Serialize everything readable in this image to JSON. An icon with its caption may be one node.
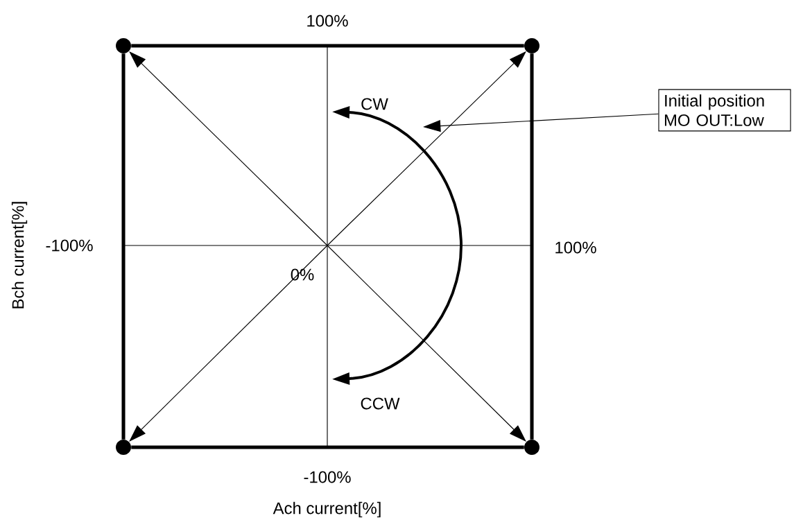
{
  "diagram": {
    "nodes": [
      {
        "text": [],
        "shape": "circle"
      },
      {
        "text": [],
        "shape": "circle"
      },
      {
        "text": [],
        "shape": "circle"
      },
      {
        "text": [],
        "shape": "circle"
      },
      {
        "text": [
          "Initial position MO OUT:Low"
        ]
      }
    ],
    "edges": [
      {
        "from": null,
        "to": 0,
        "arrow": "to"
      },
      {
        "from": null,
        "to": 1,
        "arrow": "to"
      },
      {
        "from": null,
        "to": 2,
        "arrow": "to"
      },
      {
        "from": null,
        "to": 3,
        "arrow": "to"
      },
      {
        "from": 0,
        "to": 1,
        "arrow": "none",
        "style": "thick"
      },
      {
        "from": 1,
        "to": 3,
        "arrow": "none",
        "style": "thick"
      },
      {
        "from": 3,
        "to": 2,
        "arrow": "none",
        "style": "thick"
      },
      {
        "from": 2,
        "to": 0,
        "arrow": "none",
        "style": "thick"
      },
      {
        "from": 4,
        "to": null,
        "arrow": "to"
      }
    ],
    "labels": [
      "100%",
      "CW",
      "Bch current[%]",
      "-100%",
      "100%",
      "0%",
      "CCW",
      "-100%",
      "Ach current[%]"
    ]
  }
}
